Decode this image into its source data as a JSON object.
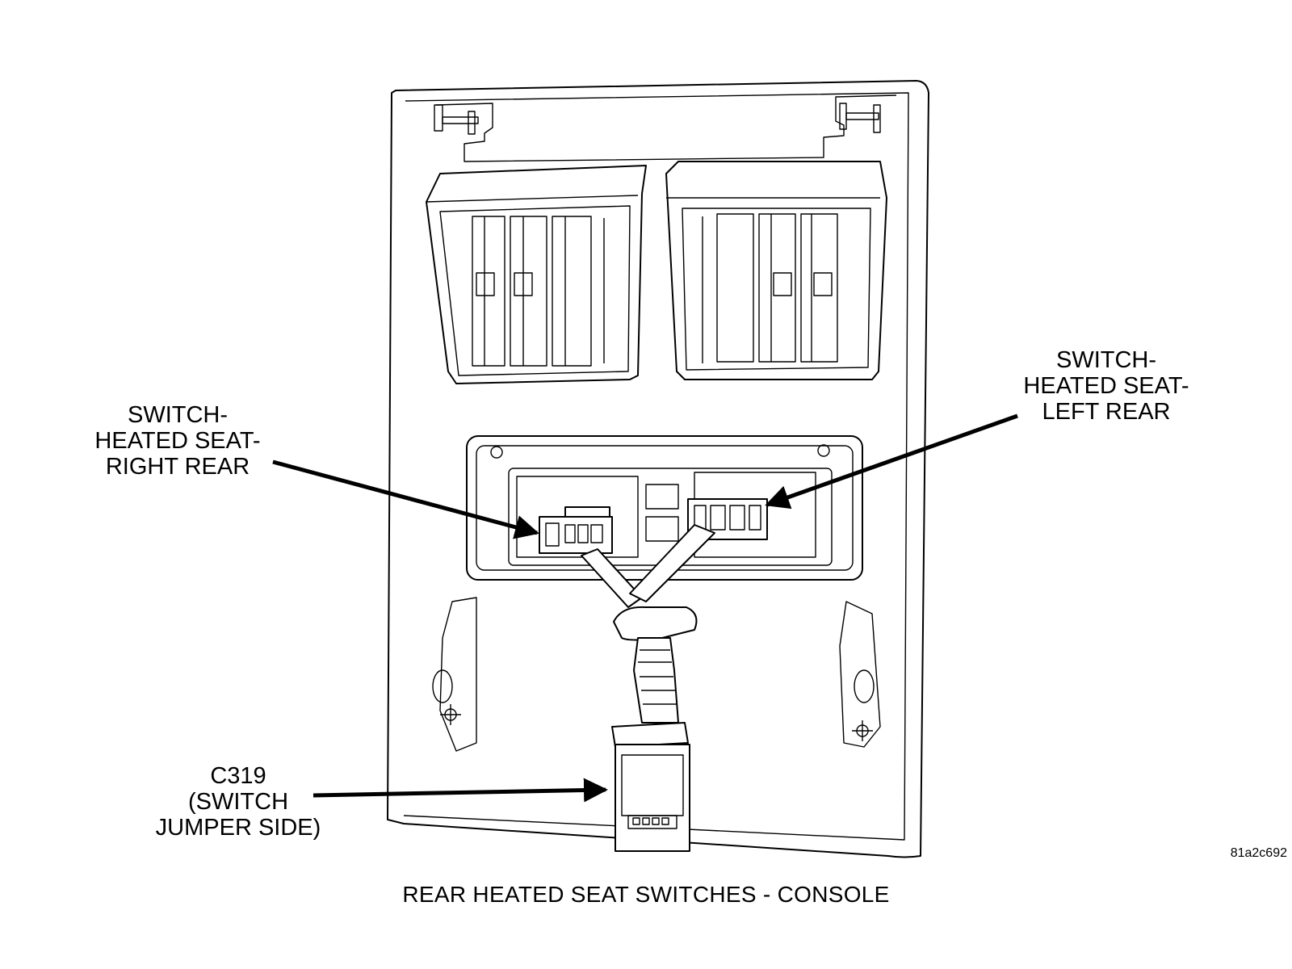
{
  "caption": "REAR HEATED SEAT SWITCHES - CONSOLE",
  "figure_id": "81a2c692",
  "callouts": {
    "right_rear": {
      "lines": [
        "SWITCH-",
        "HEATED SEAT-",
        "RIGHT REAR"
      ]
    },
    "left_rear": {
      "lines": [
        "SWITCH-",
        "HEATED SEAT-",
        "LEFT REAR"
      ]
    },
    "connector": {
      "lines": [
        "C319",
        "(SWITCH",
        "JUMPER SIDE)"
      ]
    }
  }
}
